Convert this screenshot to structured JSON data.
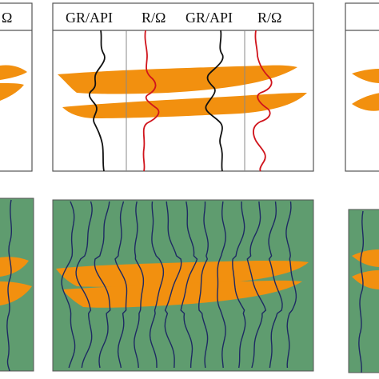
{
  "log_labels": {
    "left_partial_r": "Ω",
    "center_gr_1": "GR/API",
    "center_r_1": "R/Ω",
    "center_gr_2": "GR/API",
    "center_r_2": "R/Ω"
  },
  "colors": {
    "sand_body": "#f2900f",
    "shale_background": "#5f9c6f",
    "gr_curve": "#111111",
    "resistivity_curve": "#d0141c",
    "seismic_trace": "#1e2a63",
    "panel_border": "#555555",
    "track_divider": "#888888"
  },
  "icons": {
    "gr_curve": "gamma-ray-log-curve",
    "resistivity_curve": "resistivity-log-curve",
    "seismic_trace": "seismic-wiggle-trace"
  }
}
